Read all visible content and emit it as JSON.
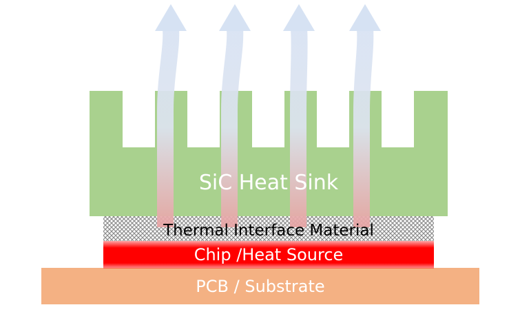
{
  "layers": {
    "heat_sink": {
      "label": "SiC Heat Sink",
      "color": "#a9d18e"
    },
    "tim": {
      "label": "Thermal Interface Material",
      "color": "#b5b5b5"
    },
    "chip": {
      "label": "Chip /Heat Source",
      "color": "#ff0000"
    },
    "pcb": {
      "label": "PCB / Substrate",
      "color": "#f4b183"
    }
  },
  "heat_flow_arrows": {
    "count": 4,
    "color_top": "#d6e2f3",
    "color_bottom": "#e6a0a0"
  }
}
